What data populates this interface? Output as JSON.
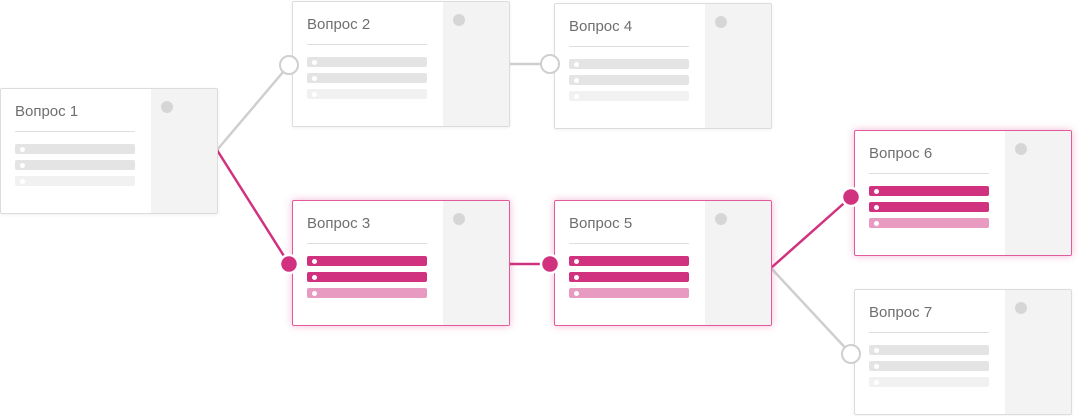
{
  "colors": {
    "accent": "#d0327f",
    "accent_light": "#e89ac1",
    "inactive_line": "#cfcfcf",
    "inactive_bar": "#e4e4e4"
  },
  "questions": [
    {
      "id": "q1",
      "title": "Вопрос 1",
      "active": false
    },
    {
      "id": "q2",
      "title": "Вопрос 2",
      "active": false
    },
    {
      "id": "q3",
      "title": "Вопрос 3",
      "active": true
    },
    {
      "id": "q4",
      "title": "Вопрос 4",
      "active": false
    },
    {
      "id": "q5",
      "title": "Вопрос 5",
      "active": true
    },
    {
      "id": "q6",
      "title": "Вопрос 6",
      "active": true
    },
    {
      "id": "q7",
      "title": "Вопрос 7",
      "active": false
    }
  ],
  "connections": [
    {
      "from": "q1",
      "to": "q2",
      "active": false
    },
    {
      "from": "q1",
      "to": "q3",
      "active": true
    },
    {
      "from": "q2",
      "to": "q4",
      "active": false
    },
    {
      "from": "q3",
      "to": "q5",
      "active": true
    },
    {
      "from": "q5",
      "to": "q6",
      "active": true
    },
    {
      "from": "q5",
      "to": "q7",
      "active": false
    }
  ]
}
